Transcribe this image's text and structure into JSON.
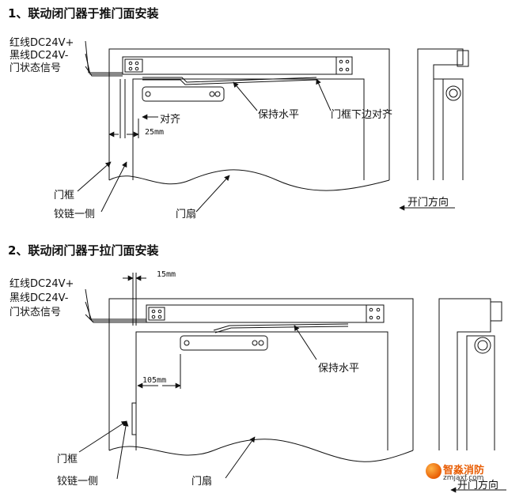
{
  "section1": {
    "title": "1、联动闭门器于推门面安装",
    "wires": [
      "红线DC24V+",
      "黑线DC24V-",
      "门状态信号"
    ],
    "align_label": "对齐",
    "dim_label": "25mm",
    "keep_level": "保持水平",
    "frame_align": "门框下边对齐",
    "door_frame": "门框",
    "hinge_side": "铰链一侧",
    "door_leaf": "门扇",
    "open_direction": "开门方向"
  },
  "section2": {
    "title": "2、联动闭门器于拉门面安装",
    "wires": [
      "红线DC24V+",
      "黑线DC24V-",
      "门状态信号"
    ],
    "dim_top": "15mm",
    "dim_bottom": "105mm",
    "keep_level": "保持水平",
    "door_frame": "门框",
    "hinge_side": "铰链一侧",
    "door_leaf": "门扇",
    "open_direction": "开门方向"
  },
  "watermark": {
    "name": "智淼消防",
    "url": "zmjaxf.com",
    "color": "#e85d04"
  }
}
